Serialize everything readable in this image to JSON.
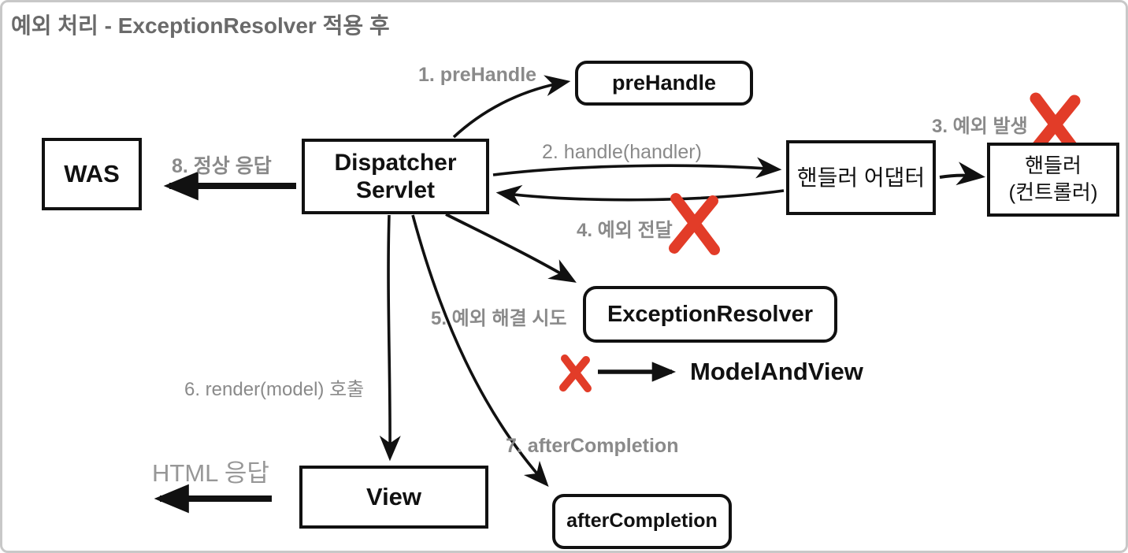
{
  "title": "예외 처리 - ExceptionResolver 적용 후",
  "nodes": {
    "was": "WAS",
    "dispatcher": {
      "line1": "Dispatcher",
      "line2": "Servlet"
    },
    "prehandle": "preHandle",
    "handler_adapter": "핸들러 어댑터",
    "handler": {
      "line1": "핸들러",
      "line2": "(컨트롤러)"
    },
    "exception_resolver": "ExceptionResolver",
    "model_and_view": "ModelAndView",
    "view": "View",
    "after_completion": "afterCompletion"
  },
  "labels": {
    "step1": "1. preHandle",
    "step2": "2. handle(handler)",
    "step3": "3. 예외 발생",
    "step4": "4. 예외 전달",
    "step5": "5. 예외 해결 시도",
    "step6": "6. render(model) 호출",
    "step7": "7. afterCompletion",
    "step8": "8. 정상 응답",
    "html_response": "HTML 응답"
  },
  "colors": {
    "error_x": "#e23c28",
    "label_gray": "#8a8a8a",
    "title_gray": "#6a6a6a",
    "line_black": "#111111",
    "frame_border": "#c8c8c8"
  }
}
